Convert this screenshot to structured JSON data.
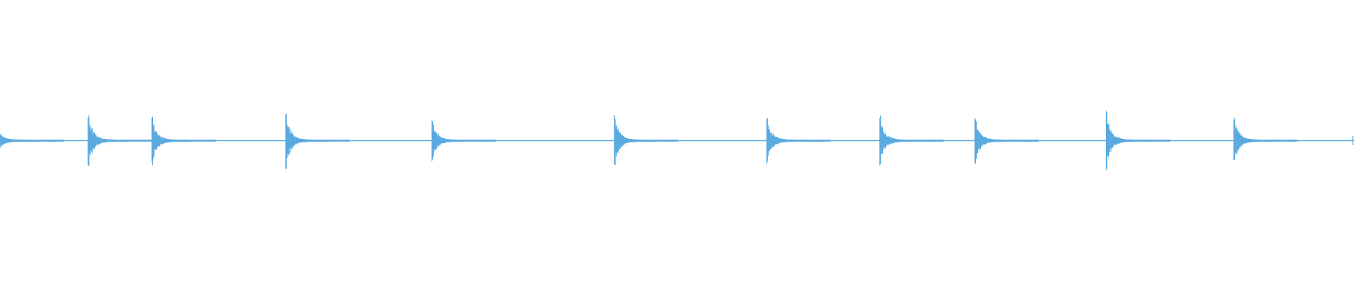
{
  "waveform": {
    "color": "#5aaae0",
    "background": "#ffffff",
    "hits": [
      {
        "time_fraction": 0.0,
        "level": 0.1
      },
      {
        "time_fraction": 0.0651,
        "level": 0.4
      },
      {
        "time_fraction": 0.1122,
        "level": 0.36
      },
      {
        "time_fraction": 0.211,
        "level": 0.44
      },
      {
        "time_fraction": 0.319,
        "level": 0.32
      },
      {
        "time_fraction": 0.4538,
        "level": 0.38
      },
      {
        "time_fraction": 0.5663,
        "level": 0.36
      },
      {
        "time_fraction": 0.6498,
        "level": 0.38
      },
      {
        "time_fraction": 0.72,
        "level": 0.36
      },
      {
        "time_fraction": 0.817,
        "level": 0.44
      },
      {
        "time_fraction": 0.9113,
        "level": 0.34
      }
    ]
  }
}
